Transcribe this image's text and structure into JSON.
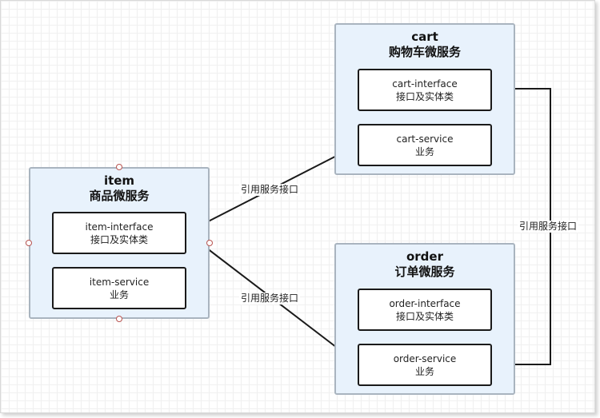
{
  "item": {
    "title": "item",
    "subtitle": "商品微服务",
    "interface": {
      "line1": "item-interface",
      "line2": "接口及实体类"
    },
    "service": {
      "line1": "item-service",
      "line2": "业务"
    }
  },
  "cart": {
    "title": "cart",
    "subtitle": "购物车微服务",
    "interface": {
      "line1": "cart-interface",
      "line2": "接口及实体类"
    },
    "service": {
      "line1": "cart-service",
      "line2": "业务"
    }
  },
  "order": {
    "title": "order",
    "subtitle": "订单微服务",
    "interface": {
      "line1": "order-interface",
      "line2": "接口及实体类"
    },
    "service": {
      "line1": "order-service",
      "line2": "业务"
    }
  },
  "edges": {
    "item_to_cart": "引用服务接口",
    "item_to_order": "引用服务接口",
    "cart_to_order": "引用服务接口"
  }
}
